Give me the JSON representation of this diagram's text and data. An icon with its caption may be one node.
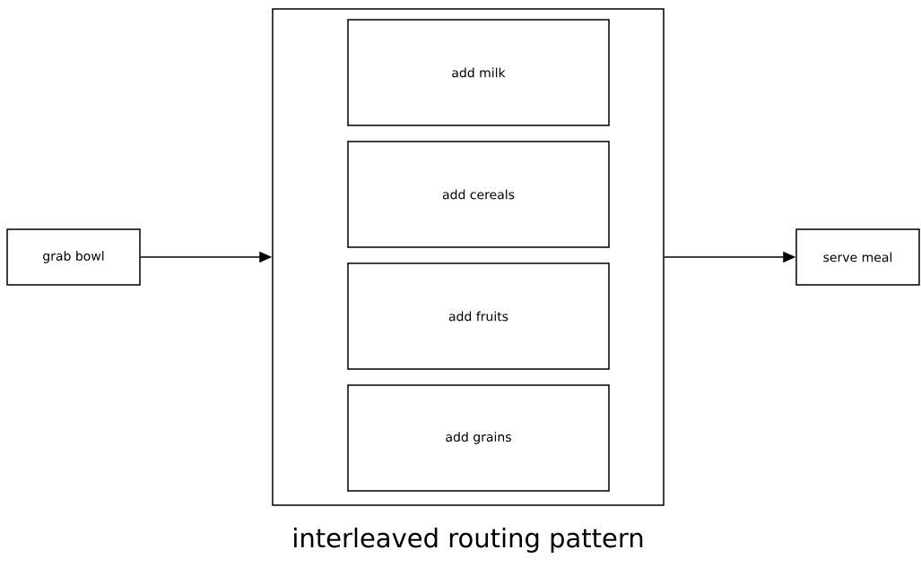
{
  "diagram": {
    "caption": "interleaved routing pattern",
    "nodes": [
      {
        "text": [
          "grab bowl"
        ]
      },
      {
        "text": [],
        "shape": "box"
      },
      {
        "text": [
          "add milk"
        ],
        "in": 1
      },
      {
        "text": [
          "add cereals"
        ],
        "in": 1
      },
      {
        "text": [
          "add fruits"
        ],
        "in": 1
      },
      {
        "text": [
          "add grains"
        ],
        "in": 1
      },
      {
        "text": [
          "serve meal"
        ]
      }
    ],
    "edges": [
      {
        "from": 0,
        "to": 1,
        "arrow": "to"
      },
      {
        "from": 1,
        "to": 6,
        "arrow": "to"
      }
    ]
  }
}
